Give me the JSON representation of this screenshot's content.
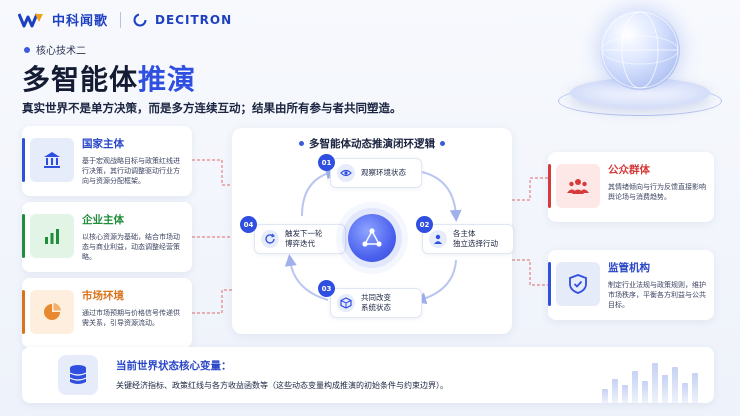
{
  "header": {
    "brand_cn": "中科闻歌",
    "brand_en": "DECITRON",
    "section_tag": "核心技术二",
    "title_main": "多智能体",
    "title_highlight": "推演",
    "subtitle": "真实世界不是单方决策，而是多方连续互动；结果由所有参与者共同塑造。"
  },
  "left_cards": [
    {
      "title": "国家主体",
      "text": "基于宏观战略目标与政策红线进行决策，其行动调整驱动行业方向与资源分配框架。",
      "icon": "bank-icon",
      "color": "blue"
    },
    {
      "title": "企业主体",
      "text": "以核心资源为基础，结合市场动态与商业利益，动态调整经营策略。",
      "icon": "bar-chart-icon",
      "color": "green"
    },
    {
      "title": "市场环境",
      "text": "通过市场预期与价格信号传递供需关系，引导资源流动。",
      "icon": "pie-chart-icon",
      "color": "orange"
    }
  ],
  "right_cards": [
    {
      "title": "公众群体",
      "text": "其情绪倾向与行为反馈直接影响舆论场与消费趋势。",
      "icon": "people-icon",
      "color": "red"
    },
    {
      "title": "监管机构",
      "text": "制定行业法规与政策规则，维护市场秩序，平衡各方利益与公共目标。",
      "icon": "shield-icon",
      "color": "navy"
    }
  ],
  "loop": {
    "title": "多智能体动态推演闭环逻辑",
    "steps": [
      {
        "num": "01",
        "label": "观察环境状态",
        "icon": "eye-icon"
      },
      {
        "num": "02",
        "label": "各主体\n独立选择行动",
        "icon": "user-icon"
      },
      {
        "num": "03",
        "label": "共同改变\n系统状态",
        "icon": "cube-icon"
      },
      {
        "num": "04",
        "label": "触发下一轮\n博弈迭代",
        "icon": "refresh-icon"
      }
    ],
    "hub_icon": "network-icon"
  },
  "bottom": {
    "title": "当前世界状态核心变量：",
    "text": "关键经济指标、政策红线与各方收益函数等（这些动态变量构成推演的初始条件与约束边界）。",
    "icon": "database-icon"
  },
  "colors": {
    "primary": "#2f4fe0",
    "green": "#1f8d3a",
    "orange": "#d9731a",
    "red": "#d63a3a"
  }
}
